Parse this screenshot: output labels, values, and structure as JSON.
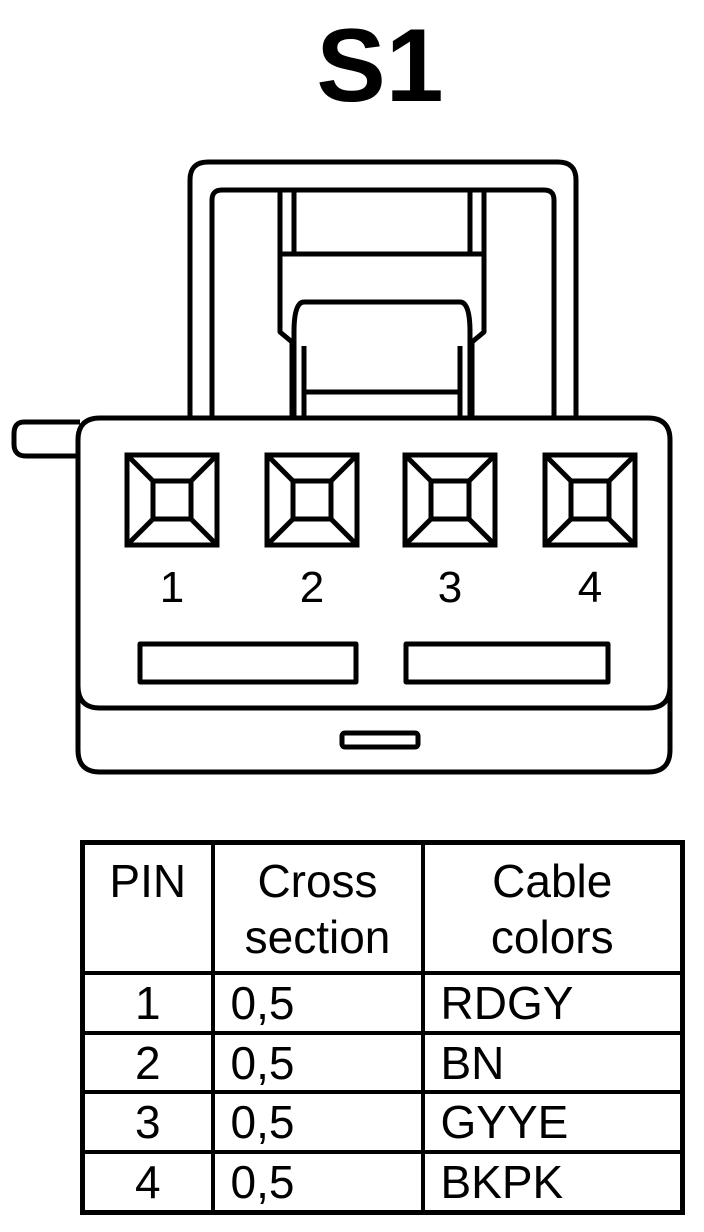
{
  "title": "S1",
  "pins": [
    "1",
    "2",
    "3",
    "4"
  ],
  "table": {
    "headers": {
      "pin": "PIN",
      "cross_section": [
        "Cross",
        "section"
      ],
      "cable_colors": [
        "Cable",
        "colors"
      ]
    },
    "rows": [
      {
        "pin": "1",
        "cross_section": "0,5",
        "color": "RDGY"
      },
      {
        "pin": "2",
        "cross_section": "0,5",
        "color": "BN"
      },
      {
        "pin": "3",
        "cross_section": "0,5",
        "color": "GYYE"
      },
      {
        "pin": "4",
        "cross_section": "0,5",
        "color": "BKPK"
      }
    ]
  }
}
